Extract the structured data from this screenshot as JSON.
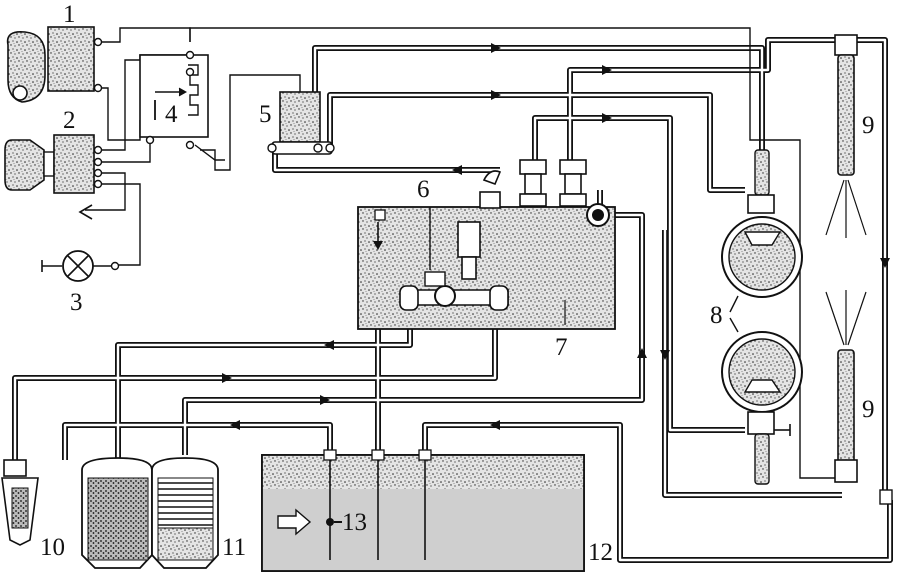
{
  "labels": {
    "n1": "1",
    "n2": "2",
    "n3": "3",
    "n4": "4",
    "n5": "5",
    "n6": "6",
    "n7": "7",
    "n8": "8",
    "n9a": "9",
    "n9b": "9",
    "n10": "10",
    "n11": "11",
    "n12": "12",
    "n13": "13"
  },
  "colors": {
    "line": "#111111",
    "speckle_fill": "#dedede",
    "fuel": "#c8c8c8",
    "background": "#ffffff"
  }
}
